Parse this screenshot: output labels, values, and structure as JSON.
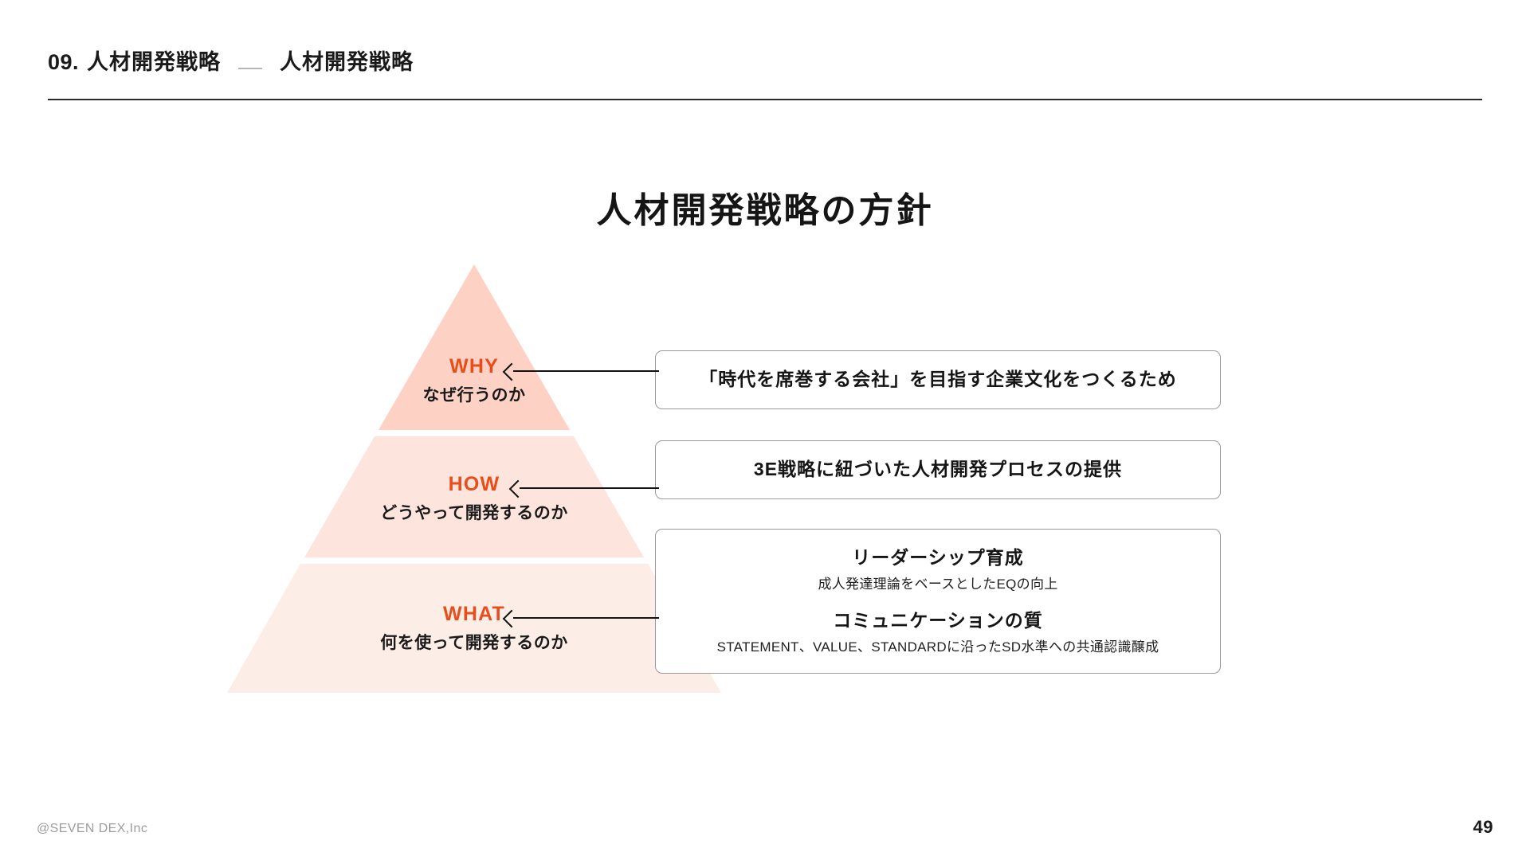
{
  "header": {
    "number": "09.",
    "chapter": "人材開発戦略",
    "divider": "—",
    "section": "人材開発戦略"
  },
  "title": "人材開発戦略の方針",
  "colors": {
    "accent_orange": "#E84E1B",
    "tier_top": "#FDD2C4",
    "tier_middle": "#FDE4DC",
    "tier_bottom": "#FDEDE7",
    "text_dark": "#151515",
    "box_border": "#9A9A9A",
    "footer_gray": "#9C9C9C"
  },
  "pyramid": {
    "tiers": [
      {
        "key": "WHY",
        "sub": "なぜ行うのか"
      },
      {
        "key": "HOW",
        "sub": "どうやって開発するのか"
      },
      {
        "key": "WHAT",
        "sub": "何を使って開発するのか"
      }
    ]
  },
  "callouts": {
    "why": {
      "text": "「時代を席巻する会社」を目指す企業文化をつくるため"
    },
    "how": {
      "text": "3E戦略に紐づいた人材開発プロセスの提供"
    },
    "what": {
      "items": [
        {
          "title": "リーダーシップ育成",
          "desc": "成人発達理論をベースとしたEQの向上"
        },
        {
          "title": "コミュニケーションの質",
          "desc": "STATEMENT、VALUE、STANDARDに沿ったSD水準への共通認識醸成"
        }
      ]
    }
  },
  "footer": {
    "copyright": "@SEVEN DEX,Inc",
    "page_number": "49"
  }
}
